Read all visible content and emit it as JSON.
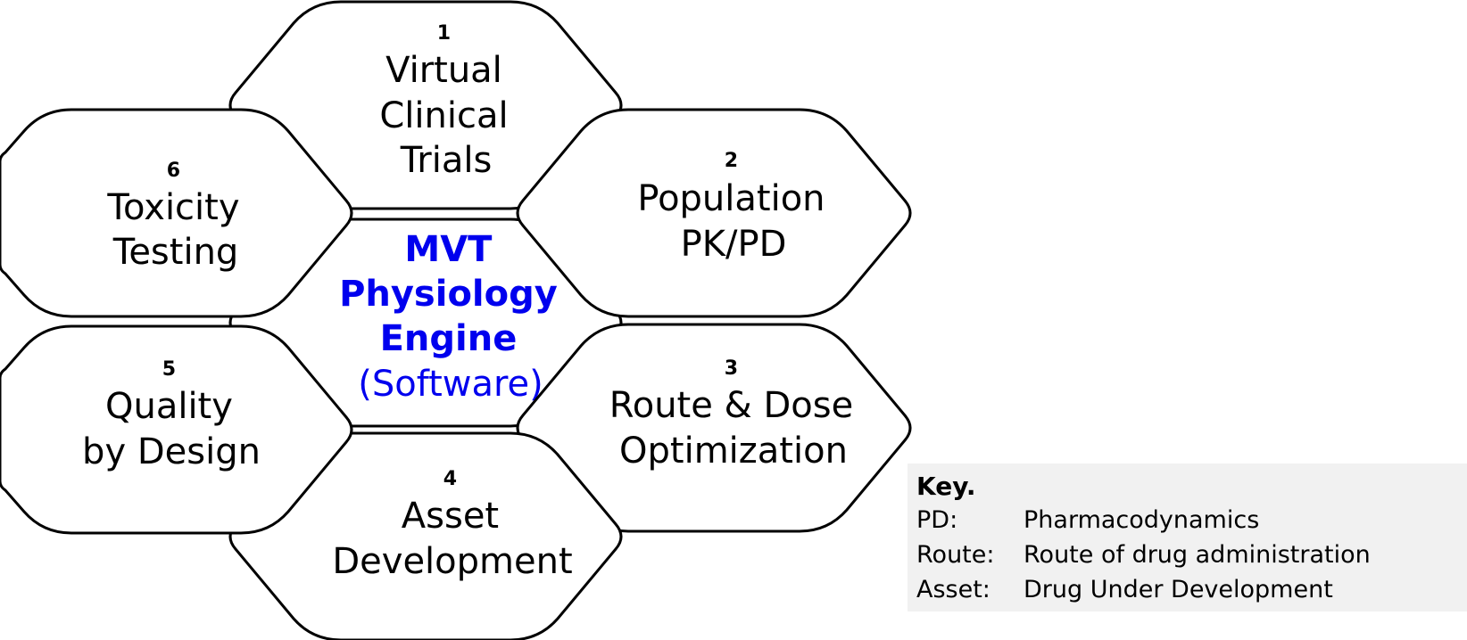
{
  "diagram": {
    "center": {
      "lines": [
        "MVT",
        "Physiology",
        "Engine"
      ],
      "subtitle": "(Software)",
      "color": "#0000ee"
    },
    "outer": [
      {
        "number": "1",
        "lines": [
          "Virtual",
          "Clinical",
          "Trials"
        ]
      },
      {
        "number": "2",
        "lines": [
          "Population",
          "PK/PD"
        ]
      },
      {
        "number": "3",
        "lines": [
          "Route & Dose",
          "Optimization"
        ]
      },
      {
        "number": "4",
        "lines": [
          "Asset",
          "Development"
        ]
      },
      {
        "number": "5",
        "lines": [
          "Quality",
          "by Design"
        ]
      },
      {
        "number": "6",
        "lines": [
          "Toxicity",
          "Testing"
        ]
      }
    ]
  },
  "key": {
    "title": "Key.",
    "entries": [
      {
        "term": "PD:",
        "definition": "Pharmacodynamics"
      },
      {
        "term": "Route:",
        "definition": "Route of drug administration"
      },
      {
        "term": "Asset:",
        "definition": "Drug Under Development"
      }
    ]
  }
}
